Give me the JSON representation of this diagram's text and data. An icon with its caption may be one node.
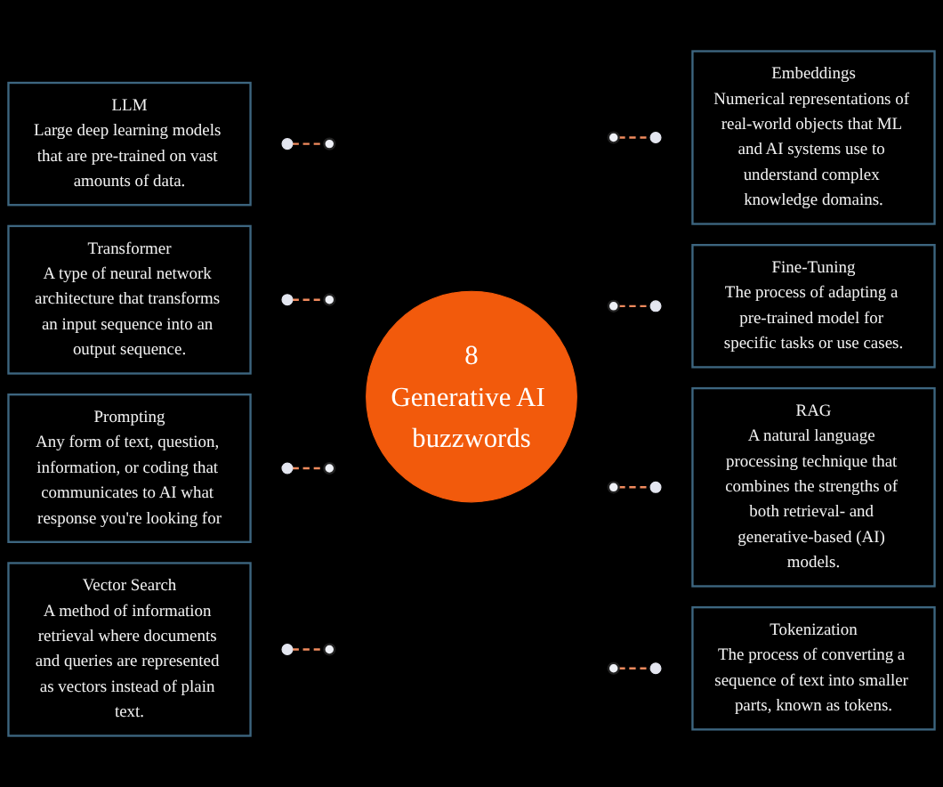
{
  "diagram": {
    "nodes": [
      {
        "text": [
          "8",
          "Generative AI buzzwords"
        ]
      },
      {
        "text": [
          "LLM",
          "Large deep learning models that are pre-trained on vast amounts of data."
        ]
      },
      {
        "text": [],
        "shape": "circle"
      },
      {
        "text": [],
        "shape": "circle"
      },
      {
        "text": [
          "Embeddings",
          "Numerical representations of real-world objects that ML and AI systems use to understand complex knowledge domains."
        ]
      },
      {
        "text": [],
        "shape": "circle"
      },
      {
        "text": [],
        "shape": "circle"
      },
      {
        "text": [
          "Transformer",
          "A type of neural network architecture that transforms an input sequence into an output sequence."
        ]
      },
      {
        "text": [],
        "shape": "circle"
      },
      {
        "text": [],
        "shape": "circle"
      },
      {
        "text": [
          "Fine-Tuning",
          "The process of adapting a pre-trained model for specific tasks or use cases."
        ]
      },
      {
        "text": [],
        "shape": "circle"
      },
      {
        "text": [],
        "shape": "circle"
      },
      {
        "text": [
          "Prompting",
          "Any form of text, question, information, or coding that communicates to AI what response you're looking for"
        ]
      },
      {
        "text": [],
        "shape": "circle"
      },
      {
        "text": [],
        "shape": "circle"
      },
      {
        "text": [
          "RAG",
          "A natural language processing technique that combines the strengths of both retrieval- and generative-based (AI) models."
        ]
      },
      {
        "text": [],
        "shape": "circle"
      },
      {
        "text": [],
        "shape": "circle"
      },
      {
        "text": [
          "Vector Search",
          "A method of information retrieval where documents and queries are represented as vectors instead of plain text."
        ]
      },
      {
        "text": [],
        "shape": "circle"
      },
      {
        "text": [],
        "shape": "circle"
      },
      {
        "text": [
          "Tokenization",
          "The process of converting a sequence of text into smaller parts, known as tokens."
        ]
      },
      {
        "text": [],
        "shape": "circle"
      },
      {
        "text": [],
        "shape": "circle"
      }
    ],
    "edges": [
      {
        "from": 2,
        "to": 3,
        "arrow": "none",
        "style": "dashed"
      },
      {
        "from": 6,
        "to": 5,
        "arrow": "none",
        "style": "dashed"
      },
      {
        "from": 8,
        "to": 9,
        "arrow": "none",
        "style": "dashed"
      },
      {
        "from": 12,
        "to": 11,
        "arrow": "none",
        "style": "dashed"
      },
      {
        "from": 14,
        "to": 15,
        "arrow": "none",
        "style": "dashed"
      },
      {
        "from": 18,
        "to": 17,
        "arrow": "none",
        "style": "dashed"
      },
      {
        "from": 20,
        "to": 21,
        "arrow": "none",
        "style": "dashed"
      },
      {
        "from": 24,
        "to": 23,
        "arrow": "none",
        "style": "dashed"
      }
    ]
  }
}
